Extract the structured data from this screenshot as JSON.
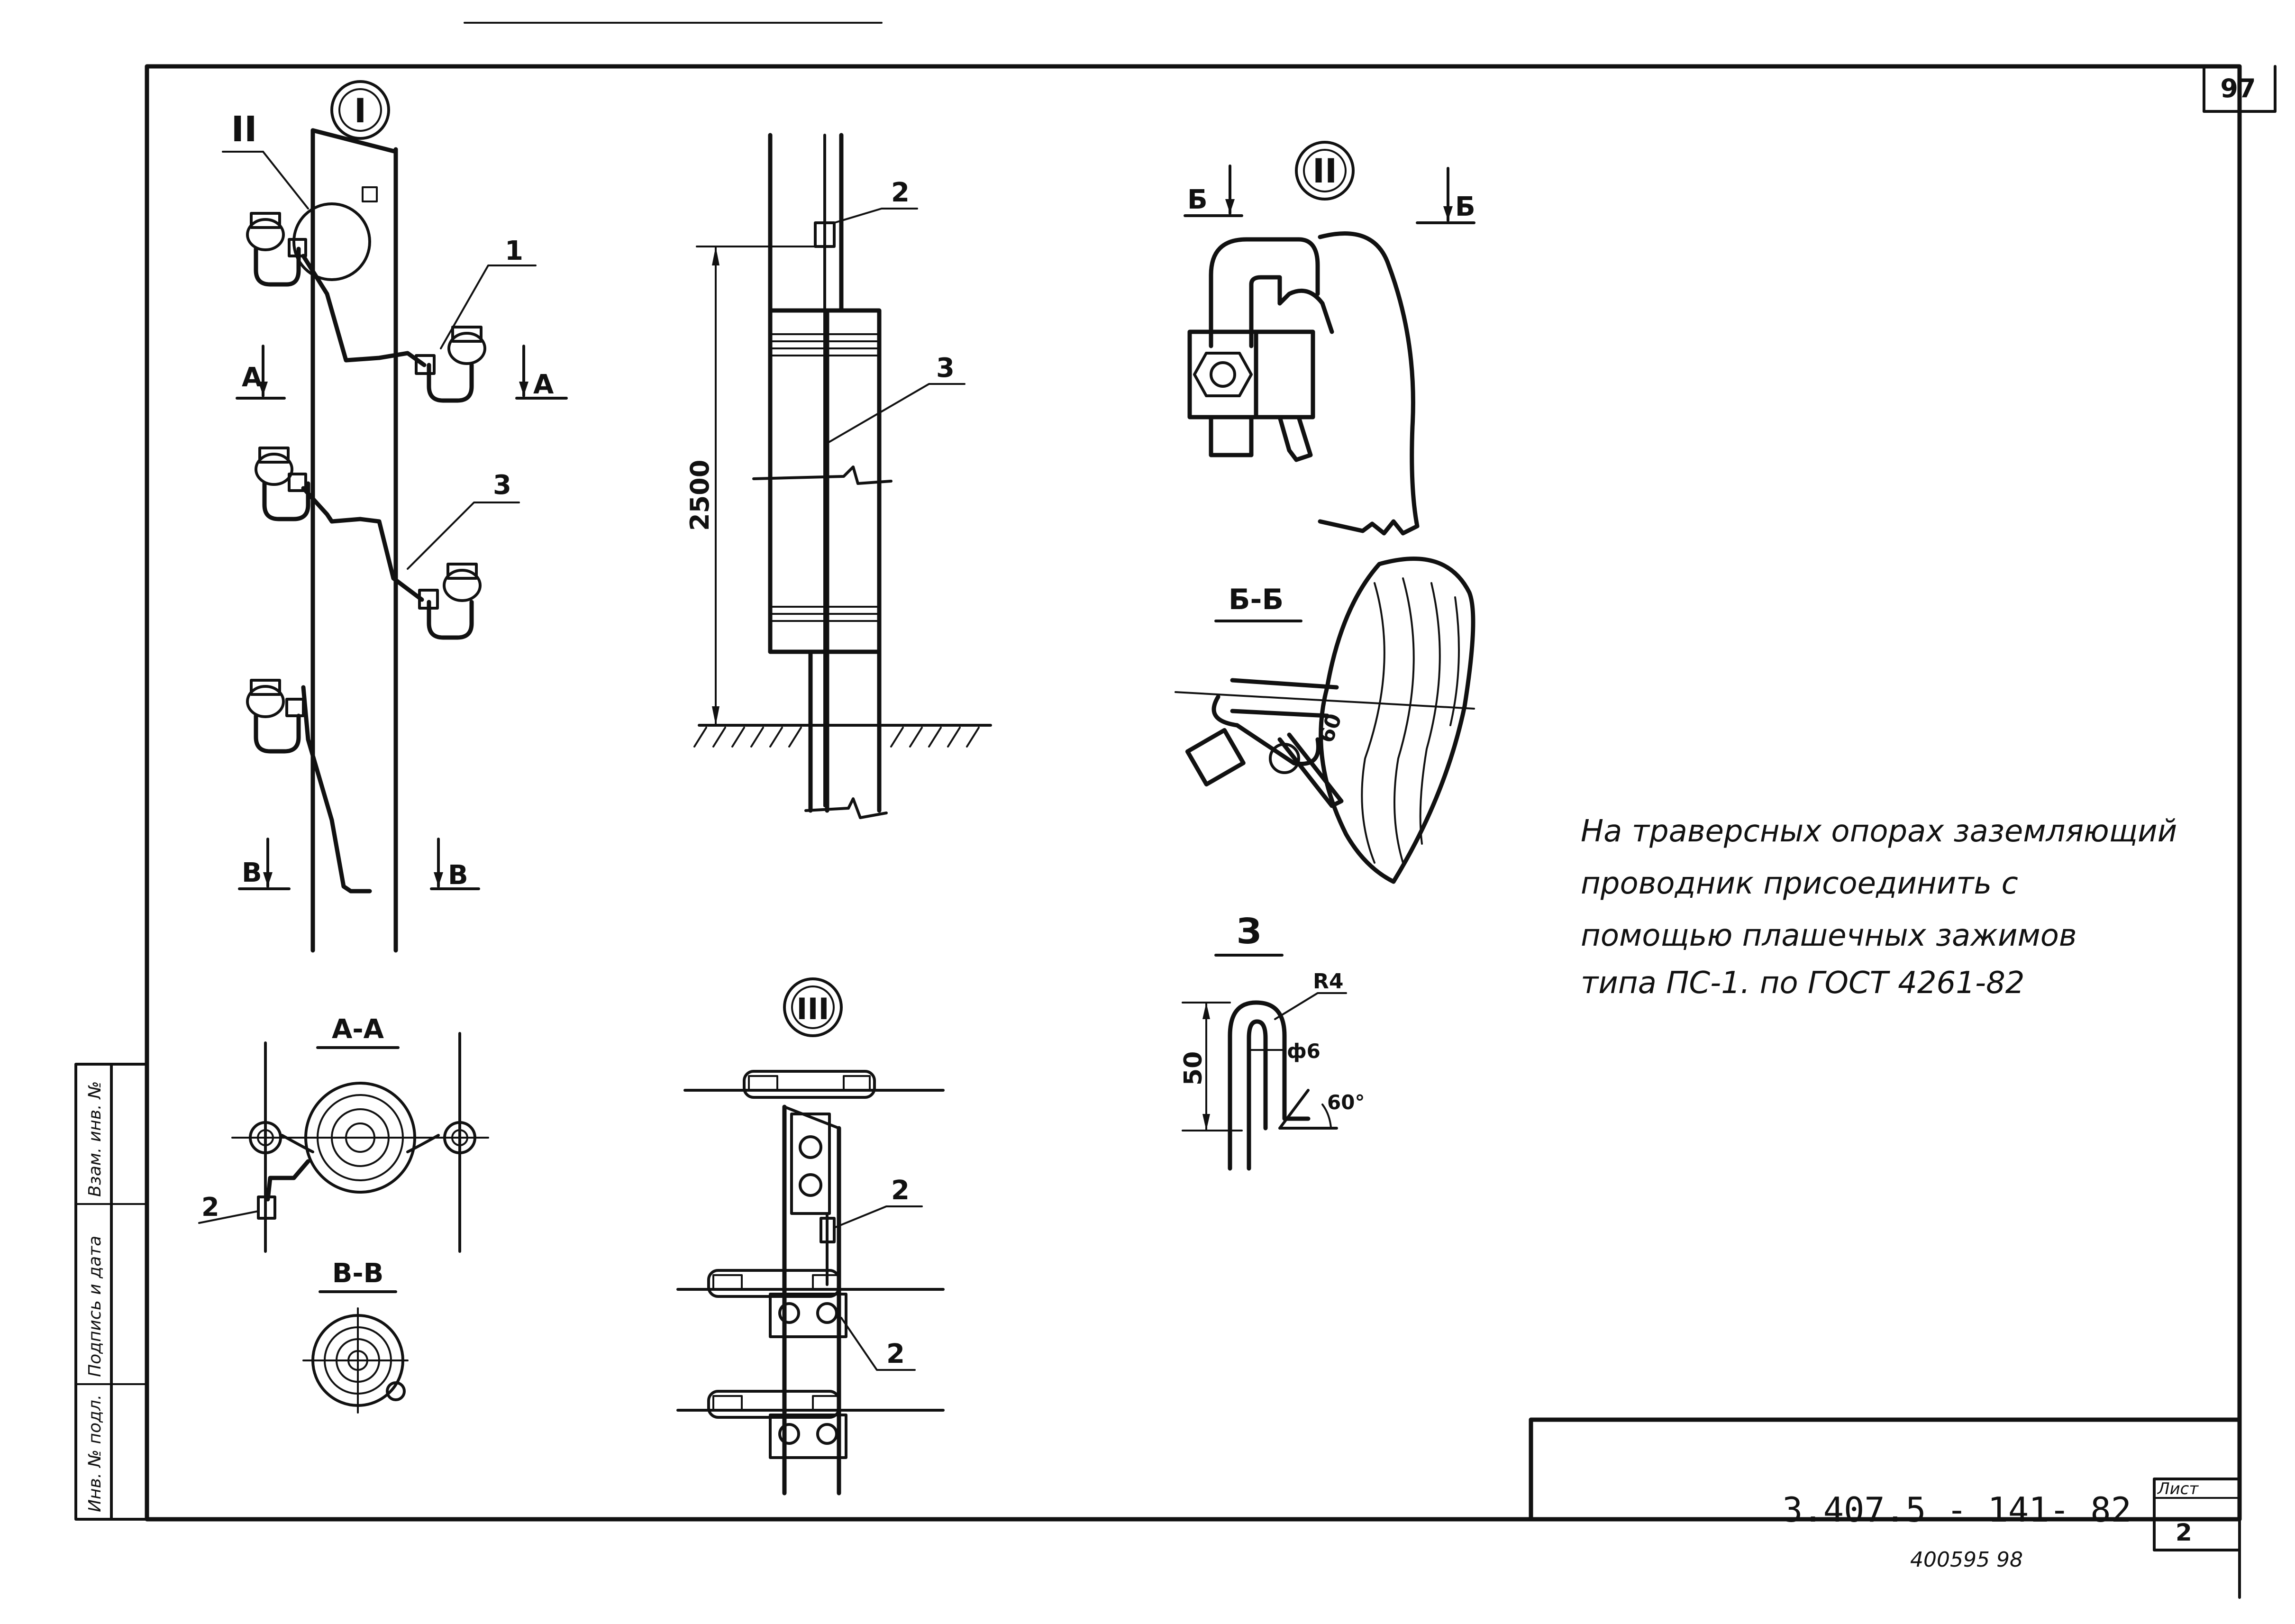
{
  "sheet": {
    "page_number": "97",
    "note_lines": [
      "На траверсных опорах заземляющий",
      "проводник присоединить с",
      "помощью плашечных зажимов",
      "типа ПС-1. по ГОСТ 4261-82"
    ],
    "doc_code": "3.407.5 - 141- 82",
    "sheet_label": "Лист",
    "sheet_number": "2",
    "archive_number": "400595 98",
    "stamp_columns": [
      "Инв. № подл.",
      "Подпись и дата",
      "Взам. инв. №"
    ]
  },
  "views": {
    "view1": {
      "callout": "I",
      "detail_ref": "II",
      "leader_1": "1",
      "leader_3": "3",
      "cut_a_left": "А",
      "cut_a_right": "А",
      "cut_v_left": "В",
      "cut_v_right": "В"
    },
    "view_ground": {
      "leader_2": "2",
      "leader_3": "3",
      "dim_height": "2500"
    },
    "view_aa": {
      "title": "А-А",
      "leader_2": "2"
    },
    "view_vv": {
      "title": "В-В"
    },
    "view3": {
      "callout": "III",
      "leader_2a": "2",
      "leader_2b": "2"
    },
    "view2": {
      "callout": "II",
      "cut_left": "Б",
      "cut_right": "Б"
    },
    "view_bb": {
      "title": "Б-Б",
      "angle": "60"
    },
    "view_z": {
      "title": "З",
      "dim_r": "R4",
      "dim_d": "ф6",
      "dim_h": "50",
      "dim_angle": "60°"
    }
  },
  "colors": {
    "ink": "#111111",
    "paper": "#ffffff"
  }
}
